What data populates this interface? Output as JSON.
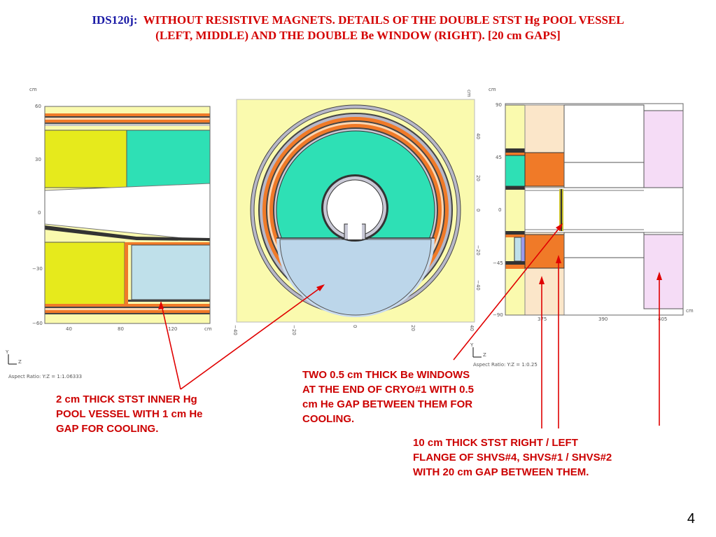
{
  "title": {
    "code": "IDS120j:",
    "line1": "WITHOUT RESISTIVE MAGNETS. DETAILS OF THE DOUBLE STST Hg POOL VESSEL",
    "line2": "(LEFT, MIDDLE) AND THE DOUBLE  Be WINDOW (RIGHT).  [20  cm  GAPS]"
  },
  "left_plot": {
    "unit_top": "cm",
    "unit_bottom": "cm",
    "y_ticks": [
      "60",
      "30",
      "0",
      "−30",
      "−60"
    ],
    "x_ticks": [
      "40",
      "80",
      "120"
    ],
    "footer": "Aspect Ratio: Y:Z = 1:1.06333"
  },
  "middle_plot": {
    "unit": "cm",
    "right_ticks": [
      "40",
      "20",
      "0",
      "−20",
      "−40"
    ],
    "bottom_ticks": [
      "−40",
      "−20",
      "0",
      "20",
      "40"
    ]
  },
  "right_plot": {
    "unit_top": "cm",
    "unit_side": "cm",
    "y_ticks": [
      "90",
      "45",
      "0",
      "−45",
      "−90"
    ],
    "x_ticks": [
      "375",
      "390",
      "405"
    ],
    "footer": "Aspect Ratio: Y:Z = 1:0.25"
  },
  "notes": {
    "hg_vessel": [
      "2 cm THICK STST  INNER Hg",
      "POOL  VESSEL WITH 1 cm  He",
      "GAP  FOR COOLING."
    ],
    "be_windows": [
      "TWO  0.5 cm  THICK Be WINDOWS",
      "AT THE END OF CRYO#1 WITH 0.5",
      "cm He GAP BETWEEN THEM FOR",
      "COOLING."
    ],
    "flange": [
      "10 cm THICK STST  RIGHT / LEFT",
      "FLANGE OF SHVS#4, SHVS#1 / SHVS#2",
      "WITH 20 cm GAP BETWEEN THEM."
    ]
  },
  "page_number": "4",
  "colors": {
    "title_text": "#d40000",
    "title_code": "#1a1aa6",
    "annotation": "#cc0000",
    "mercury_pool": "#2ee0b5",
    "pool_light": "#bfe0ea",
    "iron_yellow": "#e6ea1c",
    "stst_orange": "#f07a28",
    "background_yellow": "#fafaae",
    "flange_peach": "#fbe6c9",
    "shielding_pink": "#f5dcf6"
  }
}
